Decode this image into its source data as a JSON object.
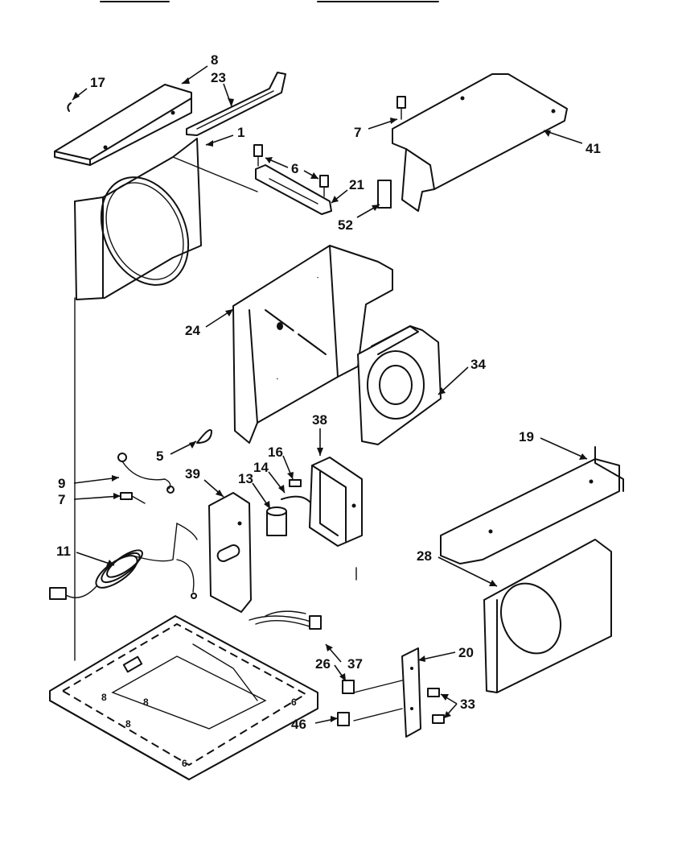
{
  "callouts": [
    {
      "id": "c8a",
      "text": "8"
    },
    {
      "id": "c17",
      "text": "17"
    },
    {
      "id": "c23",
      "text": "23"
    },
    {
      "id": "c1",
      "text": "1"
    },
    {
      "id": "c6",
      "text": "6"
    },
    {
      "id": "c21",
      "text": "21"
    },
    {
      "id": "c52",
      "text": "52"
    },
    {
      "id": "c7a",
      "text": "7"
    },
    {
      "id": "c41",
      "text": "41"
    },
    {
      "id": "c24",
      "text": "24"
    },
    {
      "id": "c34",
      "text": "34"
    },
    {
      "id": "c38",
      "text": "38"
    },
    {
      "id": "c5",
      "text": "5"
    },
    {
      "id": "c16",
      "text": "16"
    },
    {
      "id": "c14",
      "text": "14"
    },
    {
      "id": "c13",
      "text": "13"
    },
    {
      "id": "c39",
      "text": "39"
    },
    {
      "id": "c9",
      "text": "9"
    },
    {
      "id": "c7b",
      "text": "7"
    },
    {
      "id": "c11",
      "text": "11"
    },
    {
      "id": "c19",
      "text": "19"
    },
    {
      "id": "c28",
      "text": "28"
    },
    {
      "id": "c20",
      "text": "20"
    },
    {
      "id": "c37",
      "text": "37"
    },
    {
      "id": "c26",
      "text": "26"
    },
    {
      "id": "c33",
      "text": "33"
    },
    {
      "id": "c46",
      "text": "46"
    }
  ],
  "base_marks": [
    "8",
    "8",
    "8",
    "6",
    "6"
  ]
}
